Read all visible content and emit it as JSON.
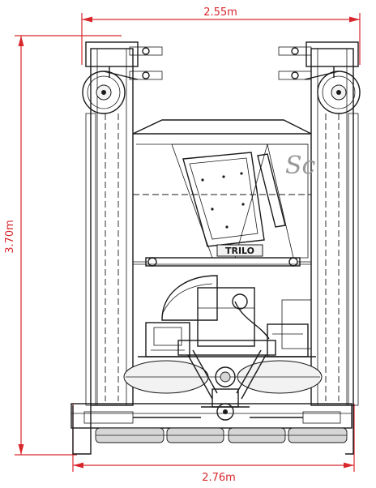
{
  "dimensions": {
    "top_width": "2.55m",
    "height": "3.70m",
    "bottom_width": "2.76m"
  },
  "branding": {
    "plate_text": "TRILO",
    "logo_partial": "Sc"
  },
  "colors": {
    "dimension_lines": "#d8262b",
    "drawing_lines": "#1a1a1a"
  }
}
